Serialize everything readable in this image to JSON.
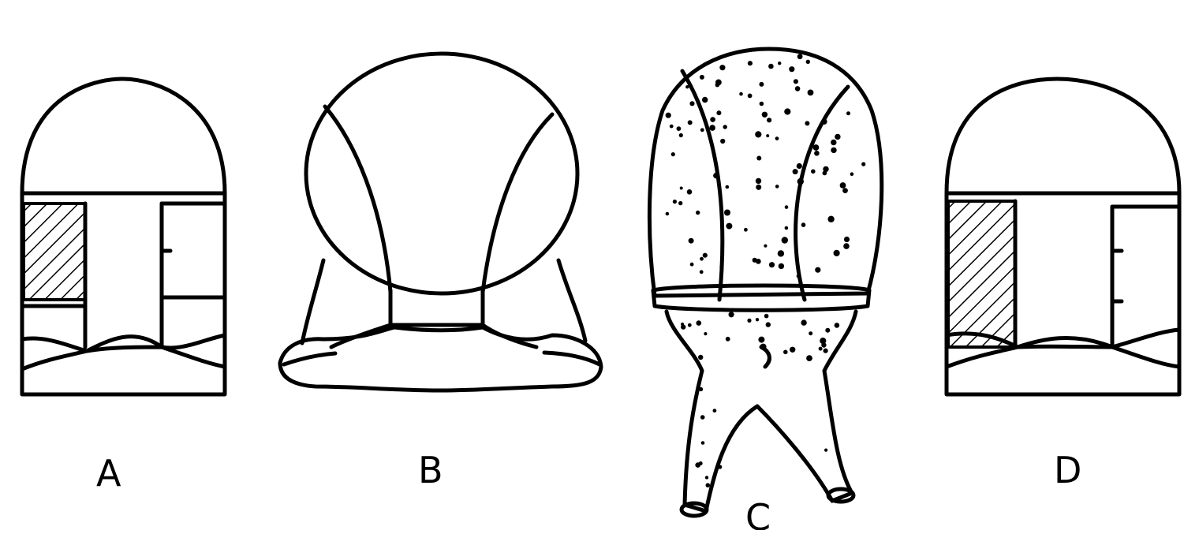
{
  "figure": {
    "panels": [
      {
        "id": "A",
        "label": "A"
      },
      {
        "id": "B",
        "label": "B"
      },
      {
        "id": "C",
        "label": "C"
      },
      {
        "id": "D",
        "label": "D"
      }
    ],
    "ink_color": "#000000",
    "background_color": "#ffffff"
  }
}
